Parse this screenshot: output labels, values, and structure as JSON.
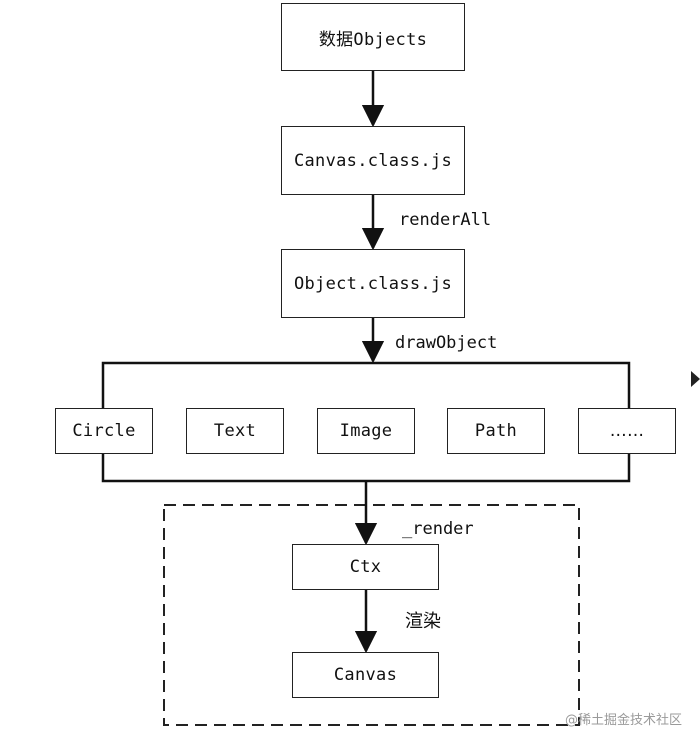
{
  "nodes": {
    "data_objects": "数据Objects",
    "canvas_class": "Canvas.class.js",
    "object_class": "Object.class.js",
    "circle": "Circle",
    "text": "Text",
    "image": "Image",
    "path": "Path",
    "more": "……",
    "ctx": "Ctx",
    "canvas": "Canvas"
  },
  "edges": {
    "render_all": "renderAll",
    "draw_object": "drawObject",
    "render": "_render",
    "xuanran": "渲染"
  },
  "watermark": "@稀土掘金技术社区"
}
